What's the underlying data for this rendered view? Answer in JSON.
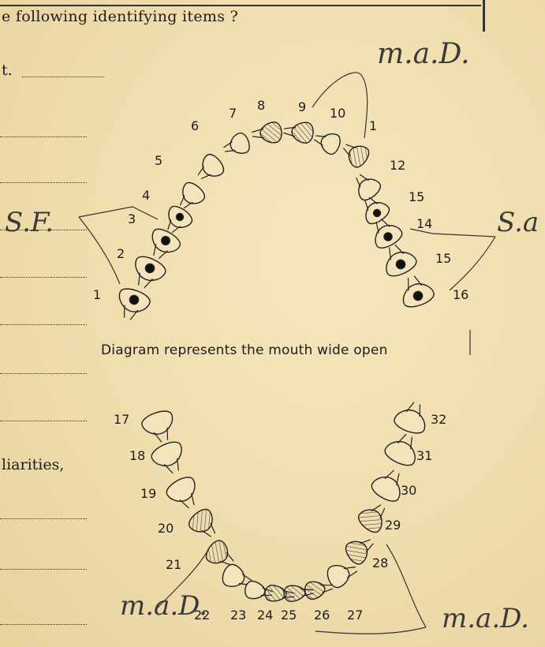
{
  "form": {
    "question": "e following identifying items ?",
    "fragment_t": "t.",
    "fragment_peculiarities": "liarities,"
  },
  "annotations": {
    "upper_right": "m.a.D.",
    "left_mid": "S.F.",
    "right_mid": "S.a",
    "lower_left": "m.a.D.",
    "lower_right": "m.a.D."
  },
  "diagram": {
    "caption": "Diagram represents the mouth wide open",
    "upper_teeth": [
      "1",
      "2",
      "3",
      "4",
      "5",
      "6",
      "7",
      "8",
      "9",
      "10",
      "1",
      "12",
      "15",
      "14",
      "15",
      "16"
    ],
    "lower_teeth": [
      "17",
      "18",
      "19",
      "20",
      "21",
      "22",
      "23",
      "24",
      "25",
      "26",
      "27",
      "28",
      "29",
      "30",
      "31",
      "32"
    ]
  },
  "colors": {
    "paper": "#f1dfb0",
    "ink": "#1d1d1d"
  }
}
